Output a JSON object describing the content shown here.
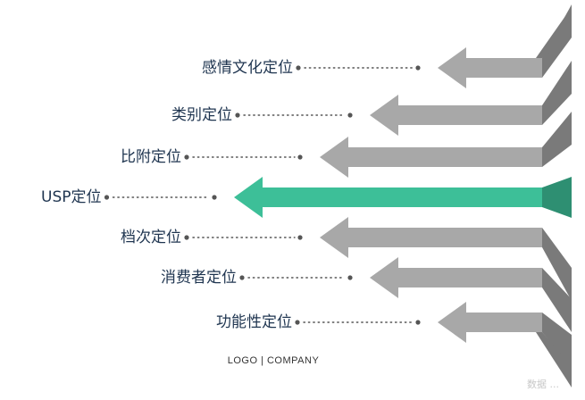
{
  "diagram": {
    "items": [
      {
        "label": "感情文化定位",
        "highlight": false
      },
      {
        "label": "类别定位",
        "highlight": false
      },
      {
        "label": "比附定位",
        "highlight": false
      },
      {
        "label": "USP定位",
        "highlight": true
      },
      {
        "label": "档次定位",
        "highlight": false
      },
      {
        "label": "消费者定位",
        "highlight": false
      },
      {
        "label": "功能性定位",
        "highlight": false
      }
    ],
    "footer": "LOGO | COMPANY",
    "watermark": "数据 ..."
  },
  "colors": {
    "arrow": "#a8a8a8",
    "arrow_side": "#7a7a7a",
    "highlight": "#3dbf98",
    "highlight_side": "#2e8f72",
    "label": "#1f3550",
    "dots": "#555555"
  }
}
